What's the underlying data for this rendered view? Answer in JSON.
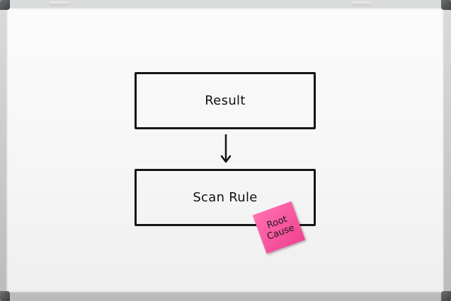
{
  "diagram": {
    "top_box_label": "Result",
    "bottom_box_label": "Scan Rule",
    "sticky_note": {
      "line1": "Root",
      "line2": "Cause",
      "color": "#f2559b"
    },
    "ink_color": "#141414"
  }
}
